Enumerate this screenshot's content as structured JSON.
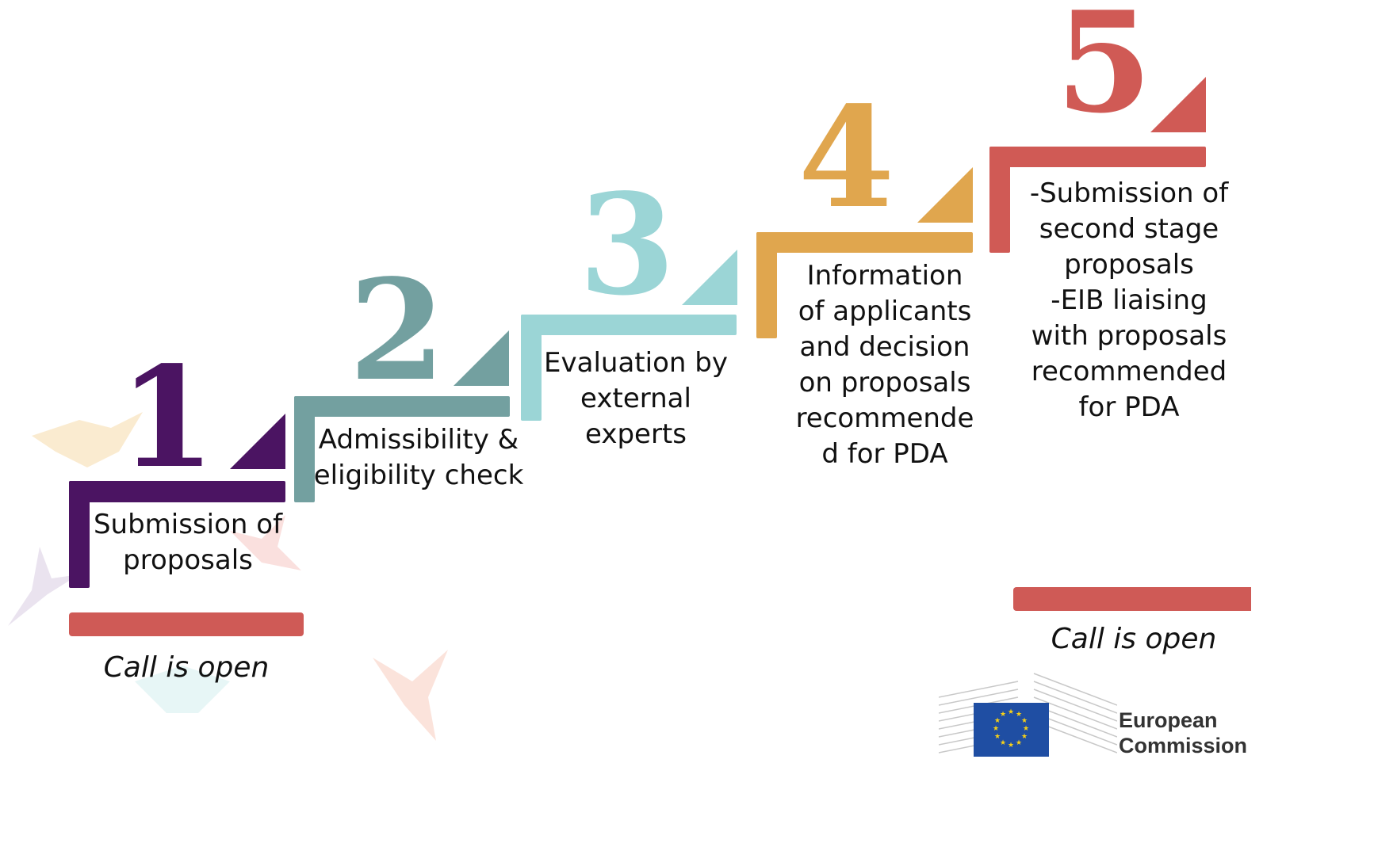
{
  "steps": [
    {
      "number": "1",
      "label_lines": [
        "Submission of",
        "proposals"
      ],
      "color": "#4b1462"
    },
    {
      "number": "2",
      "label_lines": [
        "Admissibility &",
        "eligibility check"
      ],
      "color": "#73a0a0"
    },
    {
      "number": "3",
      "label_lines": [
        "Evaluation by",
        "external",
        "experts"
      ],
      "color": "#9bd5d6"
    },
    {
      "number": "4",
      "label_lines": [
        "Information",
        "of applicants",
        "and decision",
        "on proposals",
        "recommende",
        "d for PDA"
      ],
      "color": "#e0a64e"
    },
    {
      "number": "5",
      "label_lines": [
        "-Submission of",
        "second stage",
        "proposals",
        "-EIB liaising",
        "with proposals",
        "recommended",
        "for PDA"
      ],
      "color": "#d05a55"
    }
  ],
  "call_open_left": "Call is open",
  "call_open_right": "Call is open",
  "logo": {
    "line1": "European",
    "line2": "Commission"
  },
  "colors": {
    "call_bar": "#cf5a56"
  }
}
